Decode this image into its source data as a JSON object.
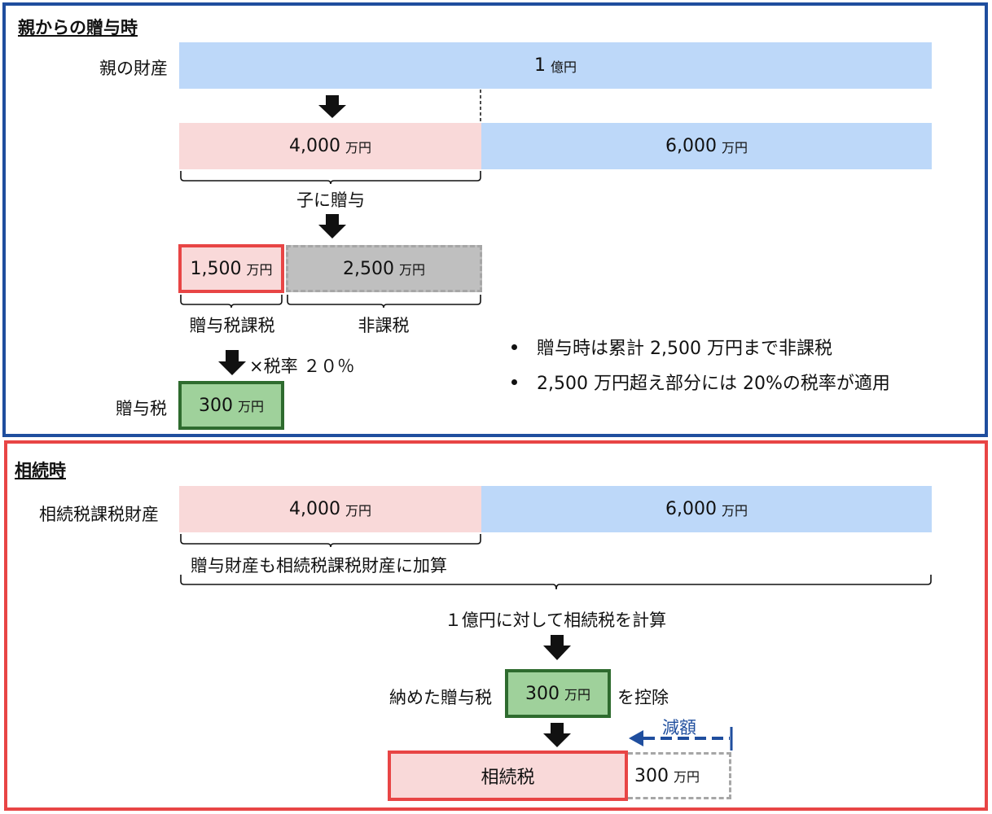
{
  "colors": {
    "blue_border": "#1f4e9e",
    "red_border": "#e84545",
    "pink_fill": "#f9d9d9",
    "blue_fill": "#bdd8f9",
    "gray_fill": "#bfbfbf",
    "green_fill": "#9fd19b",
    "green_border": "#2e6b2e",
    "dashed_gray": "#a6a6a6",
    "dashed_blue": "#1f4e9e"
  },
  "gift": {
    "title": "親からの贈与時",
    "parent_assets_label": "親の財産",
    "total": {
      "value": "1",
      "unit": "億円"
    },
    "gift_part": {
      "value": "4,000",
      "unit": "万円"
    },
    "remaining_part": {
      "value": "6,000",
      "unit": "万円"
    },
    "gift_to_child_label": "子に贈与",
    "taxable_part": {
      "value": "1,500",
      "unit": "万円"
    },
    "exempt_part": {
      "value": "2,500",
      "unit": "万円"
    },
    "taxable_label": "贈与税課税",
    "exempt_label": "非課税",
    "rate_label": "×税率 ２０％",
    "gift_tax_label": "贈与税",
    "gift_tax": {
      "value": "300",
      "unit": "万円"
    },
    "bullets": [
      "贈与時は累計 2,500 万円まで非課税",
      "2,500 万円超え部分には 20%の税率が適用"
    ]
  },
  "inheritance": {
    "title": "相続時",
    "taxable_assets_label": "相続税課税財産",
    "gift_part": {
      "value": "4,000",
      "unit": "万円"
    },
    "remaining_part": {
      "value": "6,000",
      "unit": "万円"
    },
    "add_label": "贈与財産も相続税課税財産に加算",
    "calc_label": "１億円に対して相続税を計算",
    "paid_gift_tax_label": "納めた贈与税",
    "paid_gift_tax": {
      "value": "300",
      "unit": "万円"
    },
    "deduct_label": "を控除",
    "reduction_label": "減額",
    "inheritance_tax_label": "相続税",
    "reduced_amount": {
      "value": "300",
      "unit": "万円"
    }
  }
}
